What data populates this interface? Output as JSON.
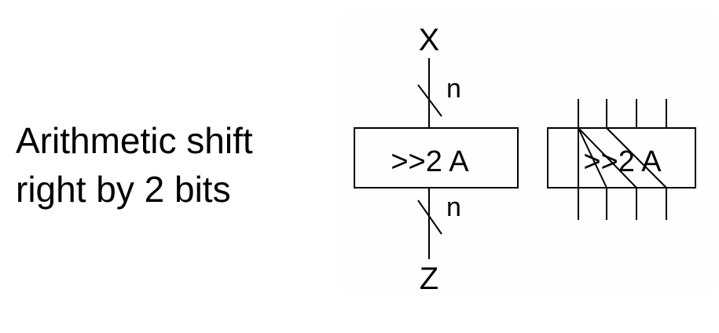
{
  "caption": {
    "line1": "Arithmetic shift",
    "line2": "right by 2 bits"
  },
  "diagram": {
    "input_label": "X",
    "output_label": "Z",
    "bus_width_in": "n",
    "bus_width_out": "n",
    "block_label": ">>2 A",
    "expanded_block_label": ">>2 A",
    "expanded_bit_count": 4
  }
}
